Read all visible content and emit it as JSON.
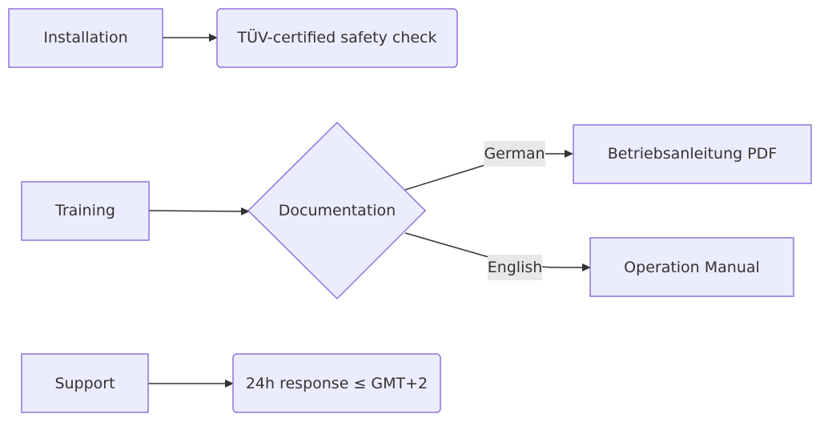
{
  "nodes": {
    "installation": "Installation",
    "safety_check": "TÜV-certified safety check",
    "training": "Training",
    "documentation": "Documentation",
    "betriebsanleitung": "Betriebsanleitung PDF",
    "operation_manual": "Operation Manual",
    "support": "Support",
    "response": "24h response ≤ GMT+2"
  },
  "edge_labels": {
    "german": "German",
    "english": "English"
  },
  "edges": [
    {
      "from": "installation",
      "to": "safety_check"
    },
    {
      "from": "training",
      "to": "documentation"
    },
    {
      "from": "documentation",
      "to": "betriebsanleitung",
      "label": "German"
    },
    {
      "from": "documentation",
      "to": "operation_manual",
      "label": "English"
    },
    {
      "from": "support",
      "to": "response"
    }
  ],
  "colors": {
    "node_fill": "#ececff",
    "node_stroke": "#9370db",
    "edge": "#333333",
    "edge_label_bg": "#e8e8e8",
    "text": "#333333"
  }
}
